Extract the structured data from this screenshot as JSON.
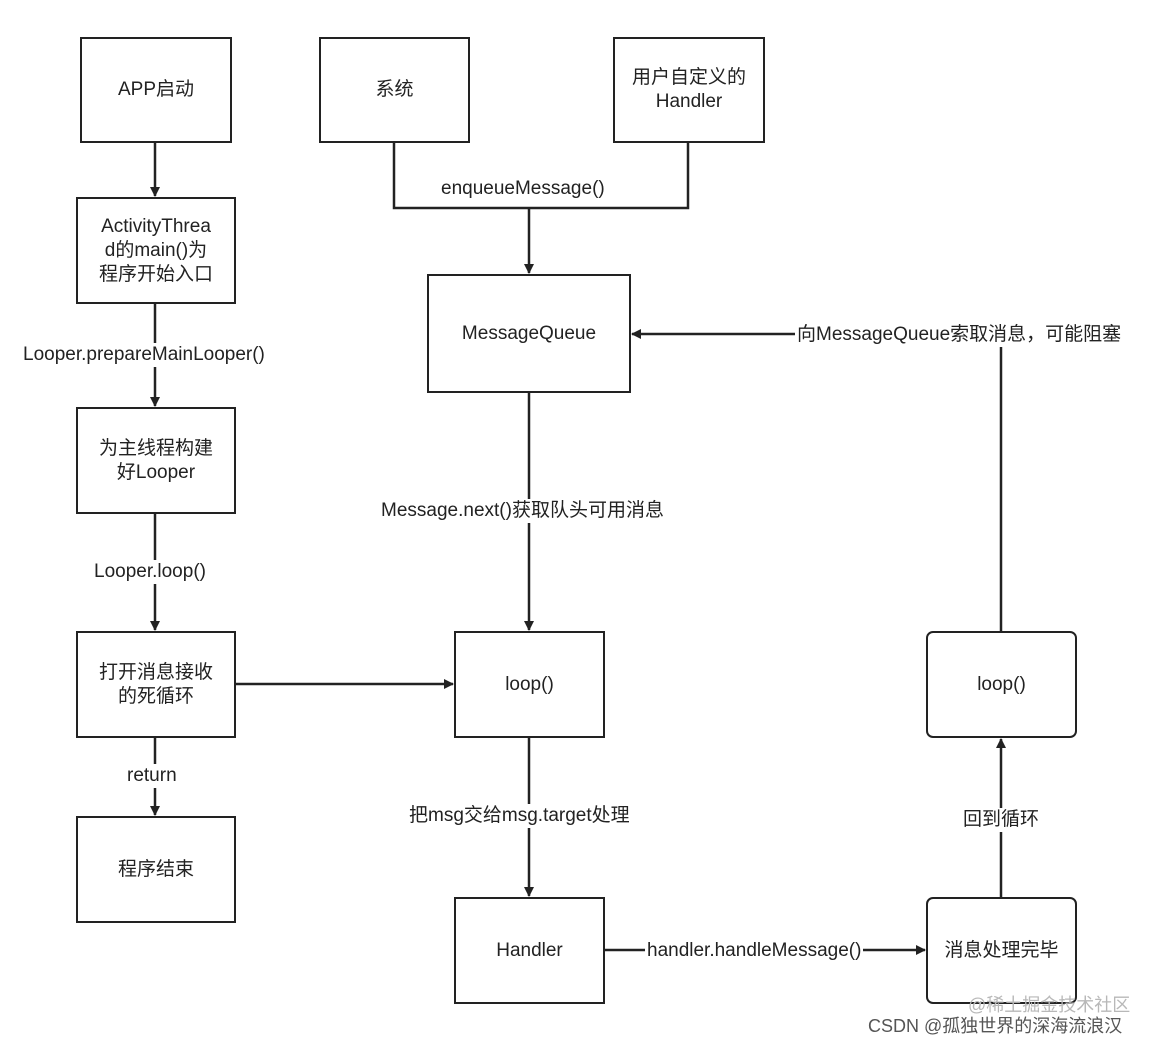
{
  "nodes": {
    "app_start": "APP启动",
    "system": "系统",
    "custom_handler": "用户自定义的\nHandler",
    "activity_thread": "ActivityThrea\nd的main()为\n程序开始入口",
    "message_queue": "MessageQueue",
    "build_looper": "为主线程构建\n好Looper",
    "open_loop": "打开消息接收\n的死循环",
    "loop_center": "loop()",
    "loop_right": "loop()",
    "program_end": "程序结束",
    "handler": "Handler",
    "message_done": "消息处理完毕"
  },
  "edges": {
    "enqueue": "enqueueMessage()",
    "prepare_main_looper": "Looper.prepareMainLooper()",
    "looper_loop": "Looper.loop()",
    "return": "return",
    "message_next": "Message.next()获取队头可用消息",
    "fetch_from_queue": "向MessageQueue索取消息，可能阻塞",
    "dispatch": "把msg交给msg.target处理",
    "handle_message": "handler.handleMessage()",
    "back_to_loop": "回到循环"
  },
  "footer": {
    "watermark": "@稀土掘金技术社区",
    "credit": "CSDN @孤独世界的深海流浪汉"
  }
}
